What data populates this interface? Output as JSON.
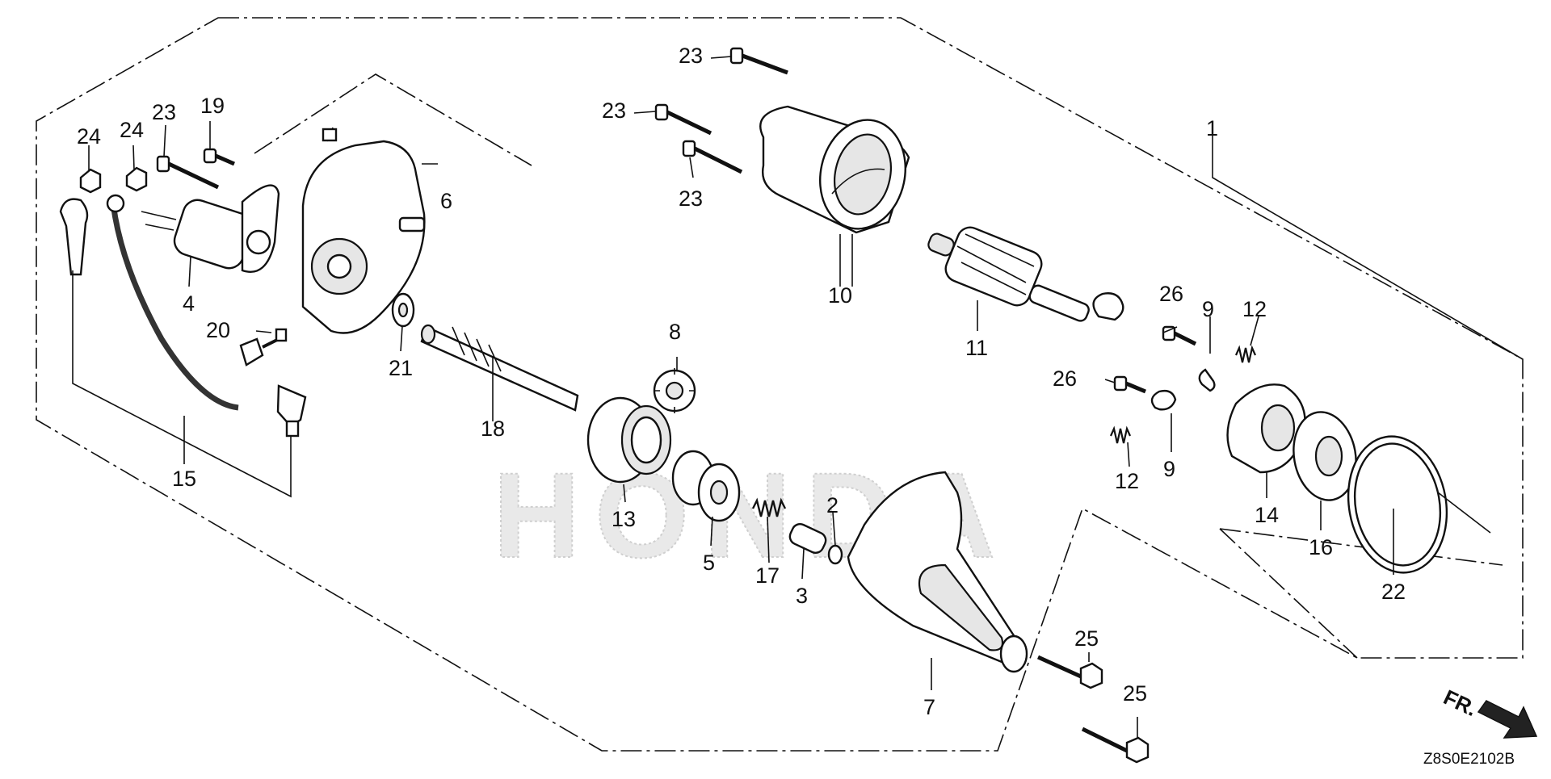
{
  "diagram": {
    "watermark": "HONDA",
    "drawing_code": "Z8S0E2102B",
    "direction_label": "FR.",
    "callouts": {
      "c1": "1",
      "c2": "2",
      "c3": "3",
      "c4": "4",
      "c5": "5",
      "c6": "6",
      "c7": "7",
      "c8": "8",
      "c9a": "9",
      "c9b": "9",
      "c10": "10",
      "c11": "11",
      "c12a": "12",
      "c12b": "12",
      "c13": "13",
      "c14": "14",
      "c15": "15",
      "c16": "16",
      "c17": "17",
      "c18": "18",
      "c19": "19",
      "c20": "20",
      "c21": "21",
      "c22": "22",
      "c23a": "23",
      "c23b": "23",
      "c23c": "23",
      "c23d": "23",
      "c24a": "24",
      "c24b": "24",
      "c25a": "25",
      "c25b": "25",
      "c26a": "26",
      "c26b": "26"
    }
  }
}
